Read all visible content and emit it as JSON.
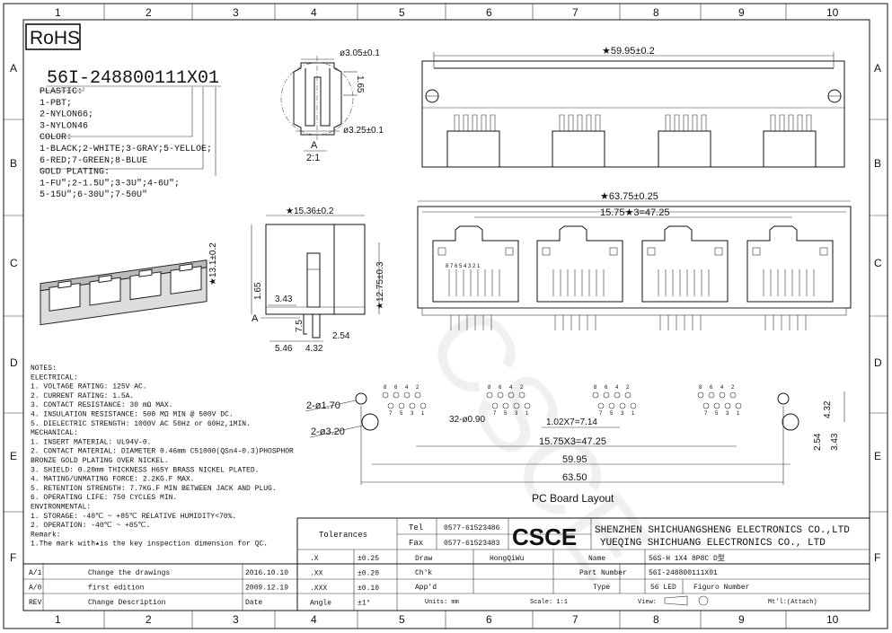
{
  "grid": {
    "cols": [
      "1",
      "2",
      "3",
      "4",
      "5",
      "6",
      "7",
      "8",
      "9",
      "10"
    ],
    "rows": [
      "A",
      "B",
      "C",
      "D",
      "E",
      "F"
    ]
  },
  "rohs": "RoHS",
  "part_code": {
    "prefix": "56I-248800111",
    "mid": "X",
    "suffix": "01",
    "lines": [
      "PLASTIC:",
      "1-PBT;",
      "2-NYLON66;",
      "3-NYLON46",
      "COLOR:",
      "1-BLACK;2-WHITE;3-GRAY;5-YELLOE;",
      "6-RED;7-GREEN;8-BLUE",
      "GOLD PLATING:",
      "1-FU\";2-1.5U\";3-3U\";4-6U\";",
      "5-15U\";6-30U\";7-50U\""
    ]
  },
  "pin_detail": {
    "d_top": "ø3.05±0.1",
    "h": "1.65",
    "d_bot": "ø3.25±0.1",
    "view": "A",
    "scale": "2:1"
  },
  "top_view": {
    "width": "★59.95±0.2"
  },
  "front_view": {
    "width": "★63.75±0.25",
    "pitch": "15.75★3=47.25",
    "pin_numbers": "8 7 6 5 4 3 2 1"
  },
  "side_view": {
    "depth": "★15.36±0.2",
    "height": "★13.1±0.2",
    "h1": "1.65",
    "d1": "3.43",
    "arrow": "A",
    "d2": "7.5",
    "d3": "2.54",
    "d4": "5.46",
    "d5": "4.32",
    "d6": "★12.75±0.3"
  },
  "pcb": {
    "title": "PC Board Layout",
    "hole_big": "2-ø1.70",
    "hole_mid": "2-ø3.20",
    "hole_small": "32-ø0.90",
    "pin_pitch": "1.02X7=7.14",
    "port_pitch": "15.75X3=47.25",
    "w1": "59.95",
    "w2": "63.50",
    "v1": "4.32",
    "v2": "2.54",
    "v3": "3.43",
    "pin_labels": [
      "8",
      "6",
      "4",
      "2",
      "7",
      "5",
      "3",
      "1"
    ]
  },
  "notes": [
    "NOTES:",
    "ELECTRICAL:",
    "1. VOLTAGE RATING: 125V AC.",
    "2. CURRENT RATING: 1.5A.",
    "3. CONTACT RESISTANCE: 30 mΩ MAX.",
    "4. INSULATION RESISTANCE: 500 MΩ MIN @ 500V DC.",
    "5. DIELECTRIC STRENGTH: 1000V AC 50Hz or 60Hz,1MIN.",
    "MECHANICAL:",
    "1. INSERT MATERIAL: UL94V-0.",
    "2. CONTACT MATERIAL: DIAMETER 0.46mm C51000(QSn4-0.3)PHOSPHOR",
    "              BRONZE GOLD PLATING OVER NICKEL.",
    "3. SHIELD: 0.20mm THICKNESS H65Y BRASS NICKEL PLATED.",
    "4. MATING/UNMATING FORCE: 2.2KG.F MAX.",
    "5. RETENTION STRENGTH: 7.7KG.F MIN BETWEEN JACK AND PLUG.",
    "6. OPERATING LIFE: 750 CYCLES MIN.",
    "ENVIRONMENTAL:",
    "1. STORAGE: -40℃ ~ +85℃ RELATIVE HUMIDITY<70%.",
    "2. OPERATION: -40℃ ~ +85℃.",
    "Remark:",
    "1.The mark with★is the key inspection dimension for QC."
  ],
  "title_block": {
    "tolerances": "Tolerances",
    "tel_label": "Tel",
    "tel": "0577-61523486",
    "fax_label": "Fax",
    "fax": "0577-61523483",
    "logo": "CSCE",
    "company1": "SHENZHEN SHICHUANGSHENG ELECTRONICS CO.,LTD",
    "company2": "YUEQING SHICHUANG ELECTRONICS CO., LTD",
    "tol": [
      [
        ".X",
        "±0.25"
      ],
      [
        ".XX",
        "±0.20"
      ],
      [
        ".XXX",
        "±0.10"
      ],
      [
        "Angle",
        "±1°"
      ]
    ],
    "draw_label": "Draw",
    "draw": "HongQiWu",
    "chk_label": "Ch'k",
    "appd_label": "App'd",
    "name_label": "Name",
    "name": "56S-H 1X4 8P8C D型",
    "pn_label": "Part Number",
    "pn": "56I-248800111X01",
    "type_label": "Type",
    "type": "56 LED",
    "fig_label": "Figuro Number",
    "units": "Units: mm",
    "scale": "Scale: 1:1",
    "view": "View:",
    "mtl": "Mt'l:(Attach)",
    "revs": [
      [
        "A/1",
        "Change the drawings",
        "2016.10.10"
      ],
      [
        "A/0",
        "first edition",
        "2009.12.19"
      ],
      [
        "REV",
        "Change Description",
        "Date"
      ]
    ]
  },
  "watermark": "CSCE"
}
